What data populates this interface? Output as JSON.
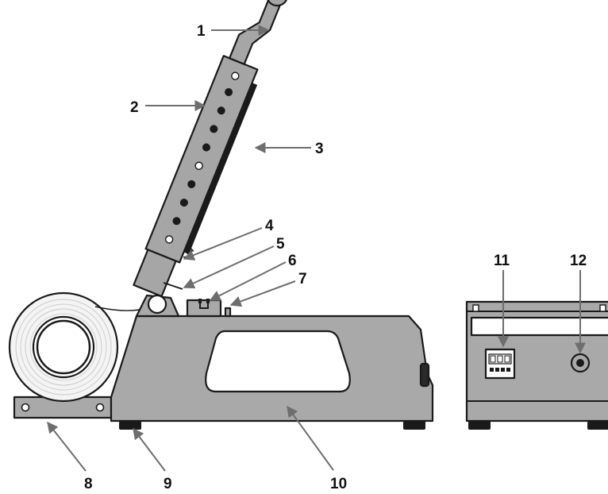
{
  "callouts": [
    {
      "number": "1"
    },
    {
      "number": "2"
    },
    {
      "number": "3"
    },
    {
      "number": "4"
    },
    {
      "number": "5"
    },
    {
      "number": "6"
    },
    {
      "number": "7"
    },
    {
      "number": "8"
    },
    {
      "number": "9"
    },
    {
      "number": "10"
    },
    {
      "number": "11"
    },
    {
      "number": "12"
    }
  ],
  "colors": {
    "body_fill": "#a9a9a9",
    "arm_fill": "#a6a6a6",
    "outline": "#1a1a1a",
    "leader_arrow": "#6e6e6e",
    "background": "#ffffff"
  }
}
